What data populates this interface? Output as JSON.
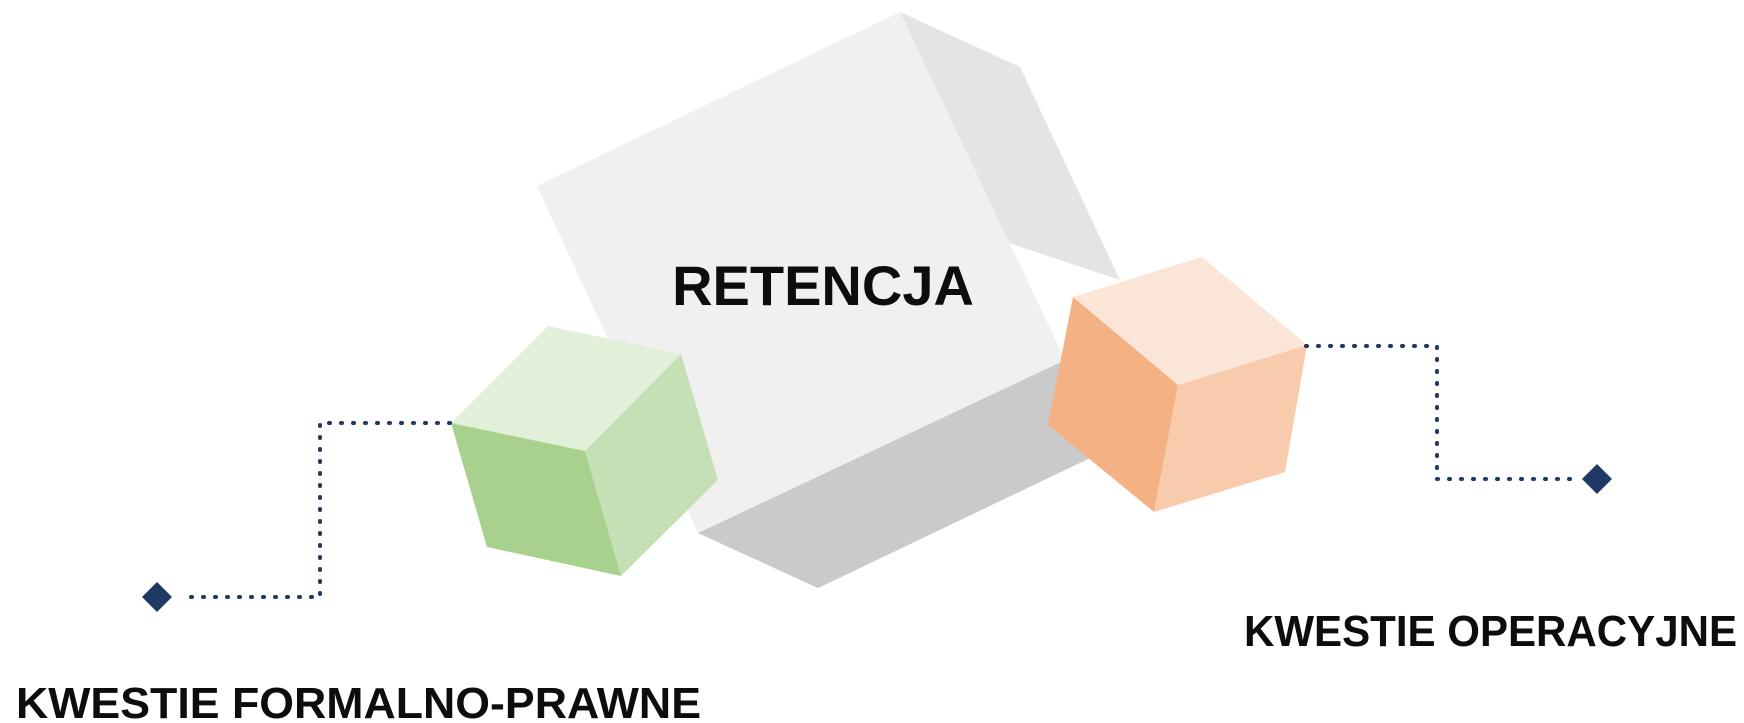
{
  "diagram": {
    "center": {
      "label": "RETENCJA"
    },
    "left": {
      "label": "KWESTIE FORMALNO-PRAWNE"
    },
    "right": {
      "label": "KWESTIE OPERACYJNE"
    }
  },
  "colors": {
    "big_cube_front": "#f0f0f0",
    "big_cube_side": "#e4e4e4",
    "big_cube_bottom": "#cacaca",
    "green_top": "#e2efd9",
    "green_right": "#c5e0b4",
    "green_left": "#a9d18e",
    "orange_top": "#fbe5d6",
    "orange_right": "#f8cbad",
    "orange_left": "#f4b183",
    "connector": "#1f3864"
  }
}
